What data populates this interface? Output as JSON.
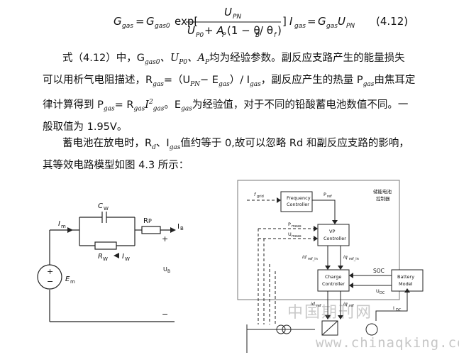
{
  "equation": {
    "lhs": "G",
    "lhs_sub": "gas",
    "eq": "=",
    "g0": "G",
    "g0_sub": "gas0",
    "func": "exp[",
    "numerator": "U",
    "numerator_sub": "PN",
    "denominator": "U",
    "denominator_sub": "P0",
    "denominator_plus": " + A",
    "denominator_ap_sub": "P",
    "denominator_rest": "(1 − θ",
    "theta_b_sub": "B",
    "theta_rest": " / θ",
    "theta_f_sub": "f",
    "close": ")",
    "bracket_close": "]",
    "igas": "I",
    "igas_sub": "gas",
    "eq2": "=",
    "g2": "G",
    "g2_sub": "gas",
    "u2": "U",
    "u2_sub": "PN",
    "number": "(4.12)"
  },
  "para1": {
    "line1_a": "式（4.12）中，G",
    "line1_sub1": "gas0",
    "line1_b": "、U",
    "line1_sub2": "P0",
    "line1_c": "、A",
    "line1_sub3": "P",
    "line1_d": "均为经验参数。副反应支路产生的能量损失",
    "line2_a": "可以用析气电阻描述，R",
    "line2_sub1": "gas",
    "line2_b": "=（U",
    "line2_sub2": "PN",
    "line2_c": "− E",
    "line2_sub3": "gas",
    "line2_d": "）/ I",
    "line2_sub4": "gas",
    "line2_e": "，副反应产生的热量 P",
    "line2_sub5": "gas",
    "line2_f": "由焦耳定",
    "line3_a": "律计算得到 P",
    "line3_sub1": "gas",
    "line3_b": "= R",
    "line3_sub2": "gas",
    "line3_c": "I",
    "line3_sup": "2",
    "line3_sub3": "gas",
    "line3_d": "。E",
    "line3_sub4": "gas",
    "line3_e": "为经验值，对于不同的铅酸蓄电池数值不同。一",
    "line4": "般取值为 1.95V。"
  },
  "para2": {
    "line1_a": "蓄电池在放电时，R",
    "line1_sub1": "d",
    "line1_b": "、I",
    "line1_sub2": "gas",
    "line1_c": "值约等于 0,故可以忽略 Rd 和副反应支路的影响，",
    "line2": "其等效电路模型如图 4.3 所示："
  },
  "circuit": {
    "cw": "C",
    "cw_sub": "W",
    "rp": "R",
    "rp_sub": "P",
    "im": "I",
    "im_sub": "m",
    "ib": "I",
    "ib_sub": "B",
    "rw": "R",
    "rw_sub": "W",
    "iw": "I",
    "iw_sub": "W",
    "em": "E",
    "em_sub": "m",
    "ub": "U",
    "ub_sub": "B",
    "plus": "+",
    "minus": "−",
    "src_plus": "+",
    "src_minus": "−"
  },
  "controller": {
    "fgrid": "f",
    "fgrid_sub": "grid",
    "freq_line1": "Frequency",
    "freq_line2": "Controller",
    "pref": "P",
    "pref_sub": "ref",
    "pmeas": "P",
    "pmeas_sub": "meas",
    "umeas": "U",
    "umeas_sub": "meas",
    "vp_line1": "VP",
    "vp_line2": "Controller",
    "idref_in": "id",
    "idref_in_sub": "ref_in",
    "iqref_in": "iq",
    "iqref_in_sub": "ref_in",
    "charge_line1": "Charge",
    "charge_line2": "Controller",
    "soc": "SOC",
    "udc": "U",
    "udc_sub": "DC",
    "battery_line1": "Battery",
    "battery_line2": "Model",
    "idref": "id",
    "idref_sub": "ref",
    "iqref": "iq",
    "iqref_sub": "ref",
    "idc": "I",
    "idc_sub": "DC",
    "title_line1": "储能电池",
    "title_line2": "控制器"
  },
  "watermark": {
    "cn": "中国期刊网",
    "url": "www.chinaqking.com"
  }
}
